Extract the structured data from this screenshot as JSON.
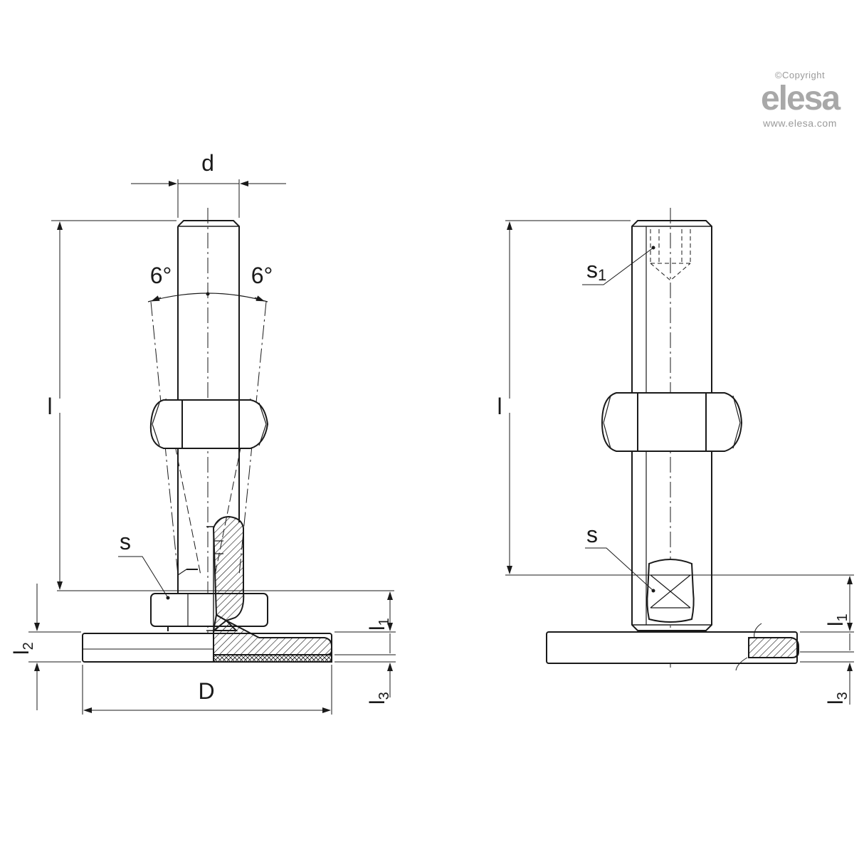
{
  "brand": {
    "copyright": "©Copyright",
    "logo": "elesa",
    "url": "www.elesa.com"
  },
  "left_view": {
    "labels": {
      "d": "d",
      "angle_left": "6°",
      "angle_right": "6°",
      "length": "l",
      "wrench": "s",
      "diameter": "D",
      "l1": "l",
      "l1_sub": "1",
      "l2": "l",
      "l2_sub": "2",
      "l3": "l",
      "l3_sub": "3"
    }
  },
  "right_view": {
    "labels": {
      "length": "l",
      "s1": "s",
      "s1_sub": "1",
      "wrench": "s",
      "l1": "l",
      "l1_sub": "1",
      "l3": "l",
      "l3_sub": "3"
    }
  }
}
